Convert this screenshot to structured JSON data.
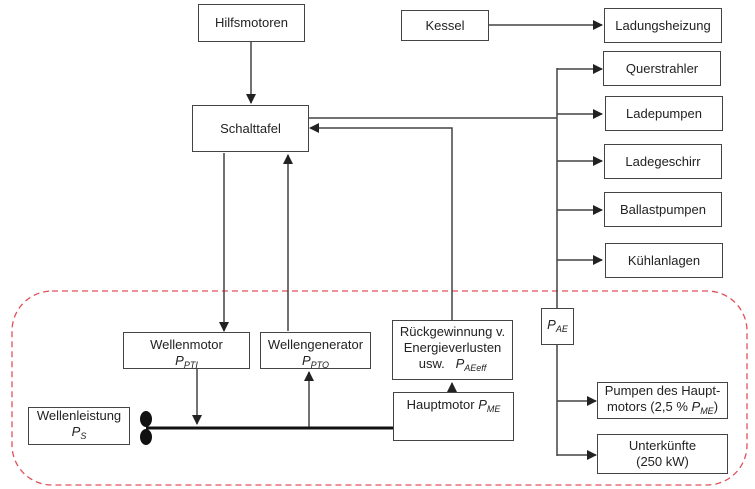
{
  "boxes": {
    "hilfsmotoren": "Hilfsmotoren",
    "kessel": "Kessel",
    "ladungsheizung": "Ladungsheizung",
    "querstrahler": "Querstrahler",
    "ladepumpen": "Ladepumpen",
    "ladegeschirr": "Ladegeschirr",
    "ballastpumpen": "Ballastpumpen",
    "kuehlanlagen": "Kühlanlagen",
    "schalttafel": "Schalttafel",
    "wellenmotor": {
      "label": "Wellenmotor",
      "symbol": "P",
      "sub": "PTI"
    },
    "wellengenerator": {
      "label": "Wellengenerator",
      "symbol": "P",
      "sub": "PTO"
    },
    "rueckgewinnung": {
      "line1": "Rückgewinnung v.",
      "line2": "Energieverlusten",
      "line3": "usw.",
      "symbol": "P",
      "sub": "AEeff"
    },
    "pae": {
      "symbol": "P",
      "sub": "AE"
    },
    "hauptmotor": {
      "label": "Hauptmotor",
      "symbol": "P",
      "sub": "ME"
    },
    "wellenleistung": {
      "label": "Wellenleistung",
      "symbol": "P",
      "sub": "S"
    },
    "pumpen_hauptmotor": {
      "line1": "Pumpen des Haupt-",
      "line2": "motors (2,5 %",
      "symbol": "P",
      "sub": "ME",
      "close": ")"
    },
    "unterkuenfte": {
      "line1": "Unterkünfte",
      "line2": "(250 kW)"
    }
  },
  "colors": {
    "line": "#444444",
    "boundary": "#e0505a"
  }
}
